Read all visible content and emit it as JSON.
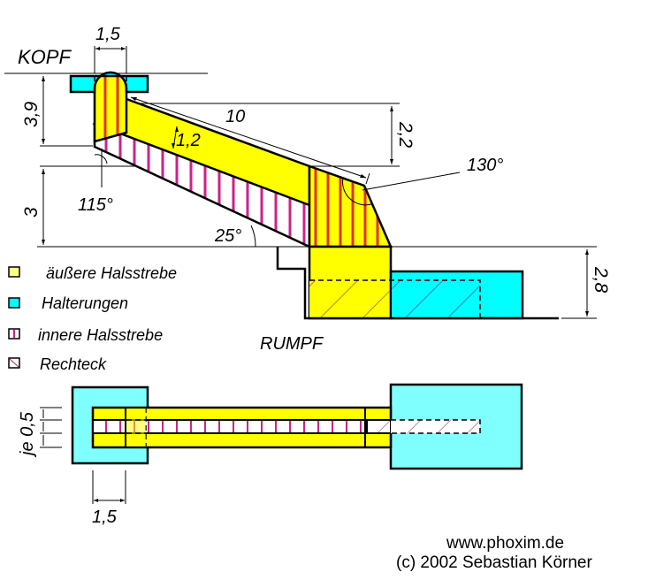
{
  "diagram": {
    "title_labels": {
      "head": "KOPF",
      "body": "RUMPF"
    },
    "dimensions": {
      "top_width": "1,5",
      "head_height": "3,9",
      "strut_length": "10",
      "strut_thickness": "1,2",
      "offset_height": "2,2",
      "lower_height": "3",
      "body_height": "2,8",
      "bottom_width": "1,5",
      "layer_thickness": "je 0,5"
    },
    "angles": {
      "head_angle": "115°",
      "neck_angle": "25°",
      "body_angle": "130°"
    },
    "legend": [
      {
        "label": "äußere Halsstrebe",
        "pattern": "yellow-fill"
      },
      {
        "label": "Halterungen",
        "pattern": "cyan-fill"
      },
      {
        "label": "innere Halsstrebe",
        "pattern": "vertical-hatch"
      },
      {
        "label": "Rechteck",
        "pattern": "diagonal-hatch"
      }
    ],
    "colors": {
      "outer_strut": "#ffff00",
      "mount": "#00ffff",
      "mount_light": "#80ffff",
      "inner_hatch": "#cc2288",
      "inner_hatch_on_yellow": "#dd3322",
      "rect_hatch": "#993366"
    },
    "footer": {
      "website": "www.phoxim.de",
      "copyright": "(c) 2002 Sebastian Körner"
    }
  }
}
